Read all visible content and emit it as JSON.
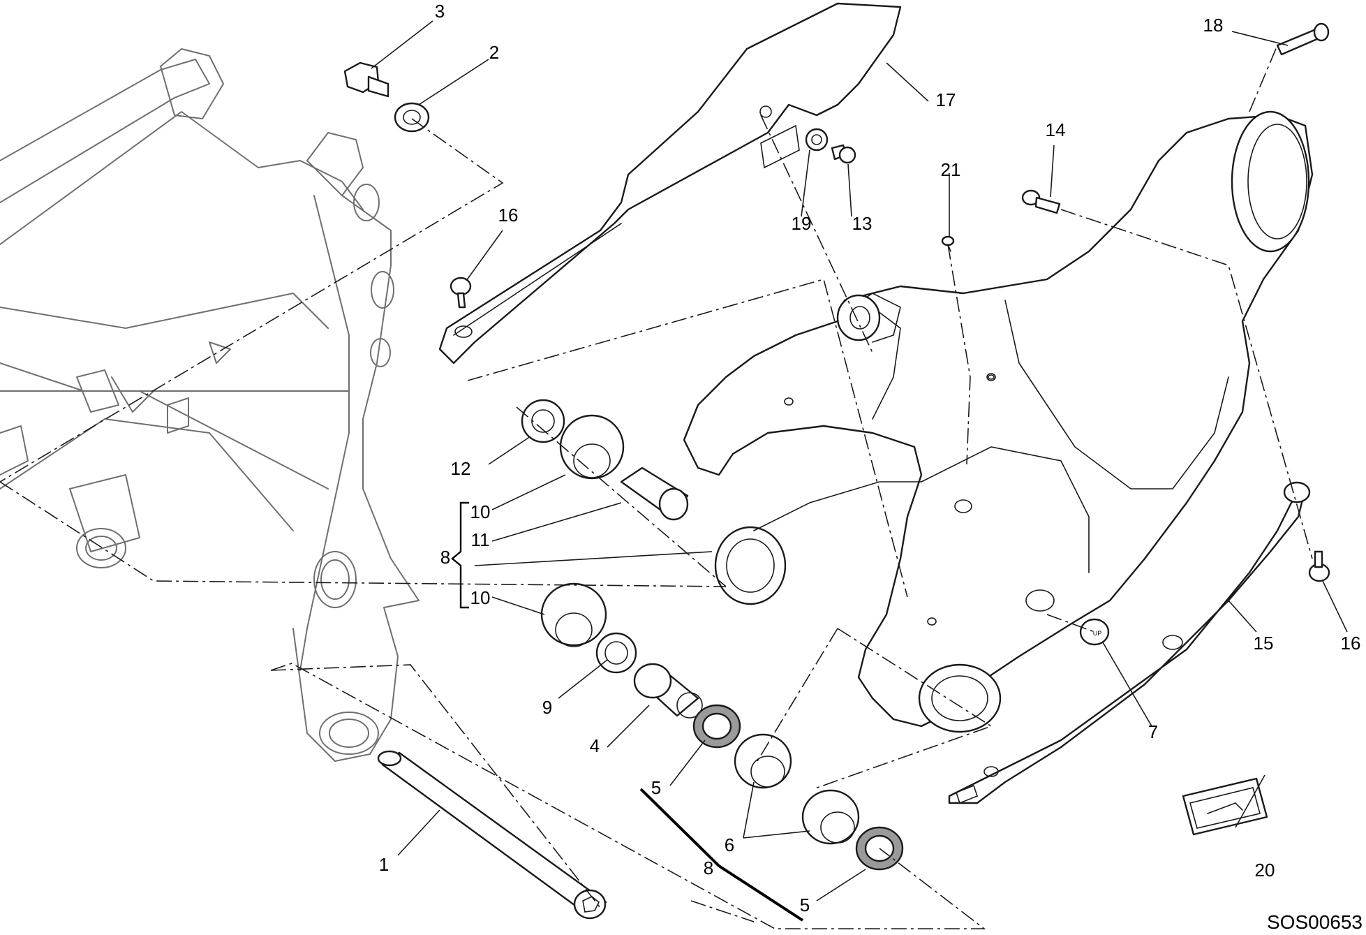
{
  "diagram": {
    "code": "SOS00653",
    "labels": [
      {
        "id": "l1",
        "text": "1"
      },
      {
        "id": "l2",
        "text": "2"
      },
      {
        "id": "l3",
        "text": "3"
      },
      {
        "id": "l4",
        "text": "4"
      },
      {
        "id": "l5a",
        "text": "5"
      },
      {
        "id": "l5b",
        "text": "5"
      },
      {
        "id": "l6",
        "text": "6"
      },
      {
        "id": "l7",
        "text": "7"
      },
      {
        "id": "l8a",
        "text": "8"
      },
      {
        "id": "l8b",
        "text": "8"
      },
      {
        "id": "l9",
        "text": "9"
      },
      {
        "id": "l10a",
        "text": "10"
      },
      {
        "id": "l10b",
        "text": "10"
      },
      {
        "id": "l11",
        "text": "11"
      },
      {
        "id": "l12",
        "text": "12"
      },
      {
        "id": "l13",
        "text": "13"
      },
      {
        "id": "l14",
        "text": "14"
      },
      {
        "id": "l15",
        "text": "15"
      },
      {
        "id": "l16a",
        "text": "16"
      },
      {
        "id": "l16b",
        "text": "16"
      },
      {
        "id": "l17",
        "text": "17"
      },
      {
        "id": "l18",
        "text": "18"
      },
      {
        "id": "l19",
        "text": "19"
      },
      {
        "id": "l20",
        "text": "20"
      },
      {
        "id": "l21",
        "text": "21"
      }
    ],
    "stamp": "UP"
  }
}
